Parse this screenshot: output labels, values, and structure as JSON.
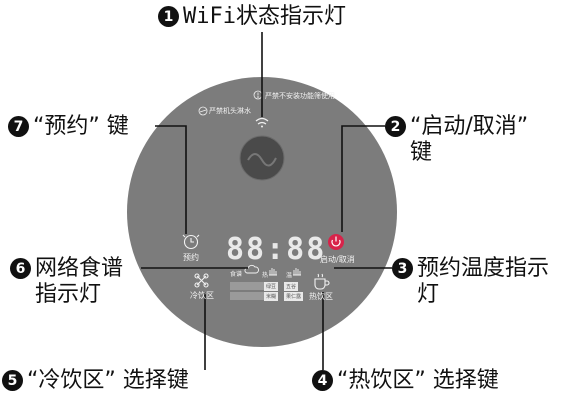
{
  "callouts": {
    "c1": {
      "num": "1",
      "label": "WiFi状态指示灯"
    },
    "c2": {
      "num": "2",
      "label": "“启动/取消”\n键"
    },
    "c3": {
      "num": "3",
      "label": "预约温度指示\n灯"
    },
    "c4": {
      "num": "4",
      "label": "“热饮区” 选择键"
    },
    "c5": {
      "num": "5",
      "label": "“冷饮区” 选择键"
    },
    "c6": {
      "num": "6",
      "label": "网络食谱\n指示灯"
    },
    "c7": {
      "num": "7",
      "label": "“预约”  键"
    }
  },
  "panel": {
    "warning_left": "严禁机头淋水",
    "warning_right": "严禁不安装功能筛使用",
    "reserve": "预约",
    "start": "启动/取消",
    "cold": "冷饮区",
    "hot": "热饮区",
    "display": "88:88",
    "ind_net": "食谱",
    "ind_heat": "热",
    "ind_warm": "温",
    "box1": "绿豆",
    "box2": "五谷",
    "box3": "米糊",
    "box4": "果仁露"
  },
  "colors": {
    "panel": "#7c7c7c",
    "knob": "#4a4a4a",
    "accent": "#d8234a",
    "text": "#111111"
  }
}
